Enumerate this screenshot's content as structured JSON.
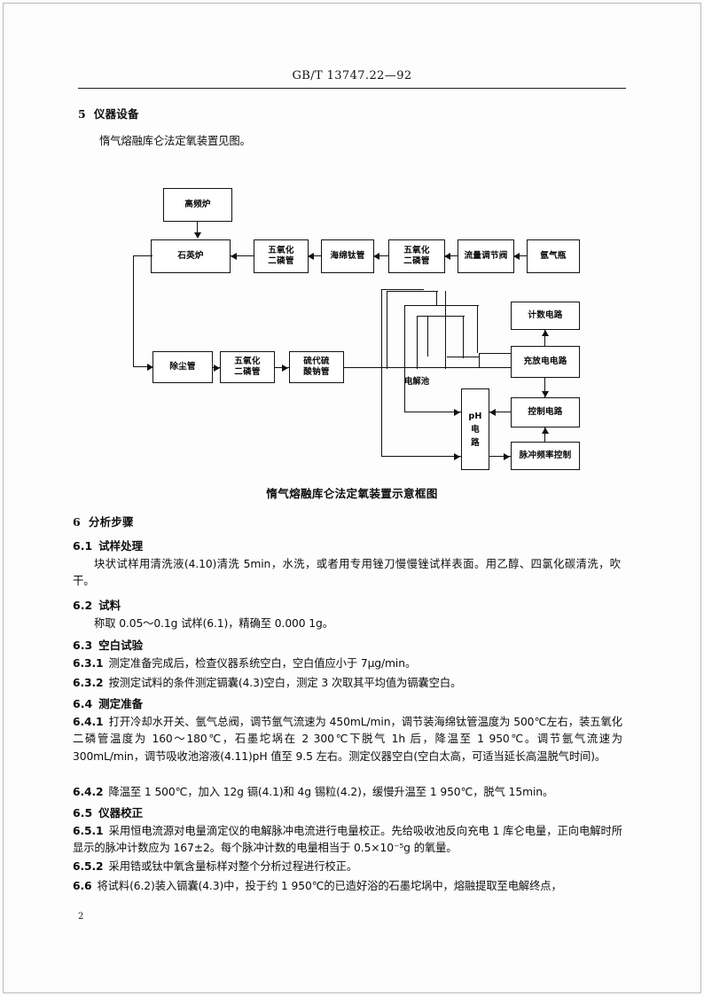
{
  "header": {
    "standard_no": "GB/T 13747.22—92"
  },
  "sections": {
    "s5_num": "5",
    "s5_title": "仪器设备",
    "s5_para": "惰气熔融库仑法定氧装置见图。",
    "figure_caption": "惰气熔融库仑法定氧装置示意框图",
    "s6_num": "6",
    "s6_title": "分析步骤",
    "s61_num": "6.1",
    "s61_title": "试样处理",
    "s61_para": "块状试样用清洗液(4.10)清洗 5min，水洗，或者用专用锉刀慢慢锉试样表面。用乙醇、四氯化碳清洗，吹干。",
    "s62_num": "6.2",
    "s62_title": "试料",
    "s62_para": "称取 0.05～0.1g 试样(6.1)，精确至 0.000 1g。",
    "s63_num": "6.3",
    "s63_title": "空白试验",
    "s631_num": "6.3.1",
    "s631_para": "测定准备完成后，检查仪器系统空白，空白值应小于 7μg/min。",
    "s632_num": "6.3.2",
    "s632_para": "按测定试料的条件测定镉囊(4.3)空白，测定 3 次取其平均值为镉囊空白。",
    "s64_num": "6.4",
    "s64_title": "测定准备",
    "s641_num": "6.4.1",
    "s641_para": "打开冷却水开关、氩气总阀，调节氩气流速为 450mL/min，调节装海绵钛管温度为 500℃左右，装五氧化二磷管温度为 160～180℃，石墨坨埚在 2 300℃下脱气 1h 后，降温至 1 950℃。调节氩气流速为 300mL/min，调节吸收池溶液(4.11)pH 值至 9.5 左右。测定仪器空白(空白太高，可适当延长高温脱气时间)。",
    "s642_num": "6.4.2",
    "s642_para": "降温至 1 500℃，加入 12g 镉(4.1)和 4g 锡粒(4.2)，缓慢升温至 1 950℃，脱气 15min。",
    "s65_num": "6.5",
    "s65_title": "仪器校正",
    "s651_num": "6.5.1",
    "s651_para": "采用恒电流源对电量滴定仪的电解脉冲电流进行电量校正。先给吸收池反向充电 1 库仑电量，正向电解时所显示的脉冲计数应为 167±2。每个脉冲计数的电量相当于 0.5×10⁻⁵g 的氧量。",
    "s652_num": "6.5.2",
    "s652_para": "采用锆或钛中氧含量标样对整个分析过程进行校正。",
    "s66_num": "6.6",
    "s66_para": "将试料(6.2)装入镉囊(4.3)中，投于约 1 950℃的已造好浴的石墨坨埚中，熔融提取至电解终点，"
  },
  "figure": {
    "boxes": {
      "hf_furnace": "高频炉",
      "quartz_furnace": "石英炉",
      "p2o5_tube_1": "五氧化\n二磷管",
      "sponge_ti_tube": "海绵钛管",
      "p2o5_tube_2": "五氧化\n二磷管",
      "flow_valve": "流量调节阀",
      "gas_cylinder": "氩气瓶",
      "dust_tube": "除尘管",
      "p2o5_tube_3": "五氧化\n二磷管",
      "thiosulfate_tube": "硫代硫\n酸钠管",
      "counter_circuit": "计数电路",
      "charge_circuit": "充放电电路",
      "control_circuit": "控制电路",
      "pulse_freq_control": "脉冲频率控制",
      "ph_circuit": "pH\n电\n路"
    },
    "labels": {
      "electrolytic_cell": "电解池"
    }
  },
  "folio": "2"
}
